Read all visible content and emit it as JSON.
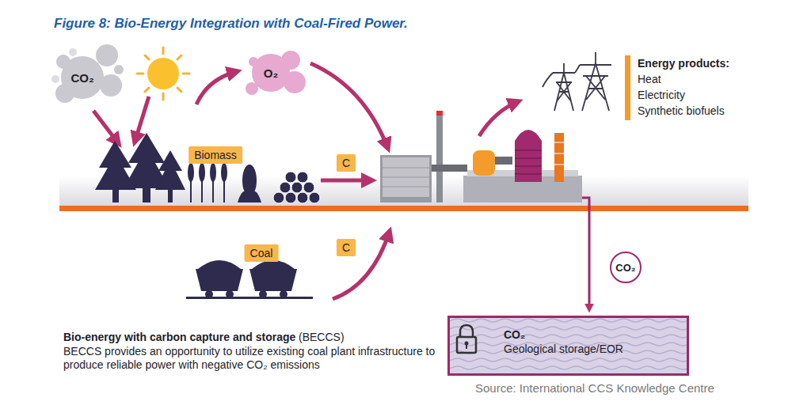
{
  "diagram": {
    "title": "Figure 8: Bio-Energy Integration with Coal-Fired Power.",
    "nodes": [
      {
        "text": [
          "CO₂"
        ]
      },
      {
        "text": [
          "O₂"
        ]
      },
      {
        "text": [
          "Biomass"
        ]
      },
      {
        "text": [
          "C"
        ]
      },
      {
        "text": [
          "Coal"
        ]
      },
      {
        "text": [
          "C"
        ]
      },
      {
        "text": [
          "CO₂"
        ]
      },
      {
        "text": [
          "CO₂",
          "Geological storage/EOR"
        ]
      }
    ],
    "labels": [
      "Energy products:",
      "Heat",
      "Electricity",
      "Synthetic biofuels",
      "Bio-energy with carbon capture and storage",
      "(BECCS)",
      "BECCS provides an opportunity to utilize existing coal plant infrastructure to produce reliable power with negative CO₂ emissions",
      "Source: International CCS Knowledge Centre"
    ]
  }
}
